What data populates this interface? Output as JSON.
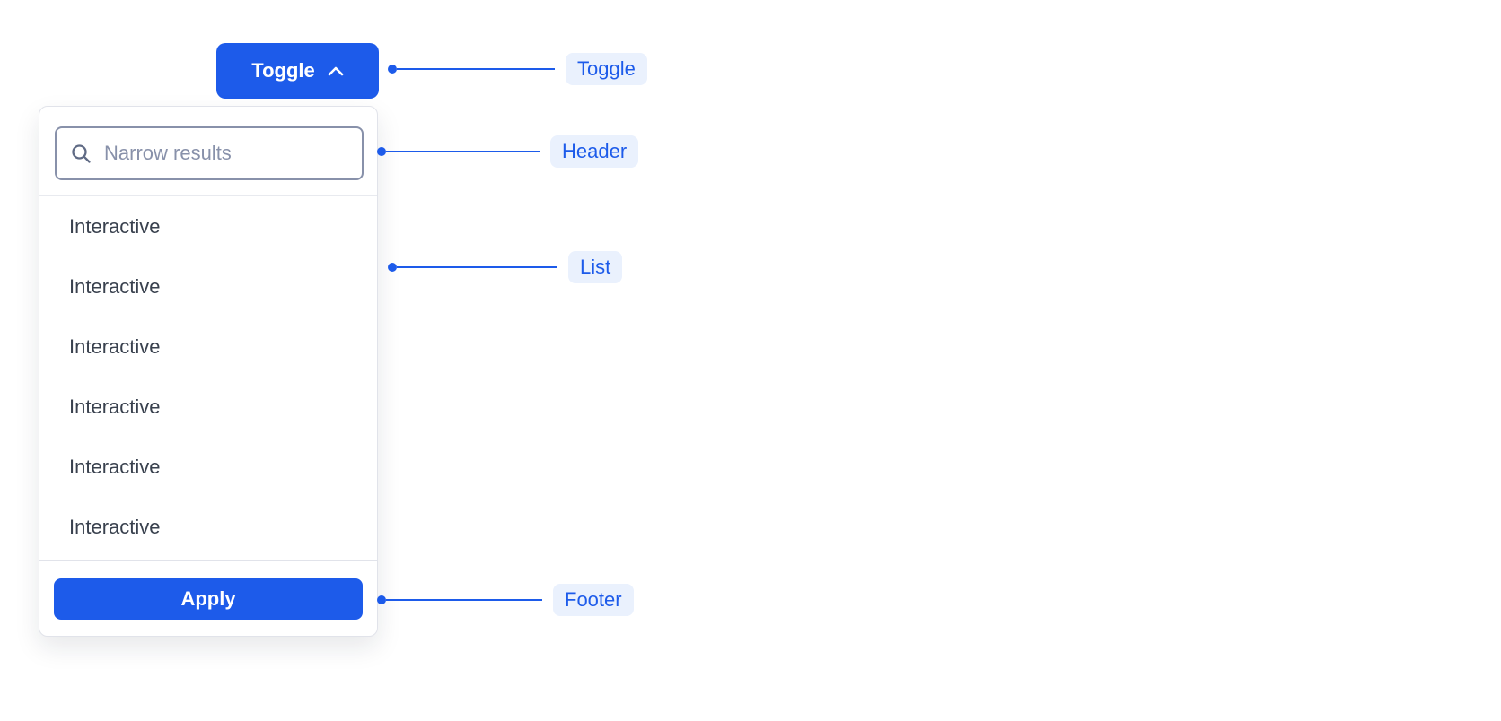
{
  "toggle": {
    "label": "Toggle"
  },
  "dropdown": {
    "search": {
      "placeholder": "Narrow results"
    },
    "items": [
      "Interactive",
      "Interactive",
      "Interactive",
      "Interactive",
      "Interactive",
      "Interactive"
    ],
    "footer": {
      "apply_label": "Apply"
    }
  },
  "annotations": {
    "toggle": "Toggle",
    "header": "Header",
    "list": "List",
    "footer": "Footer"
  },
  "colors": {
    "primary": "#1D5BEA",
    "annotation_bg": "#EAF1FD",
    "annotation_text": "#1D5BEA",
    "list_text": "#39414E",
    "input_border": "#8891AA",
    "panel_border": "#E1E3EA"
  }
}
